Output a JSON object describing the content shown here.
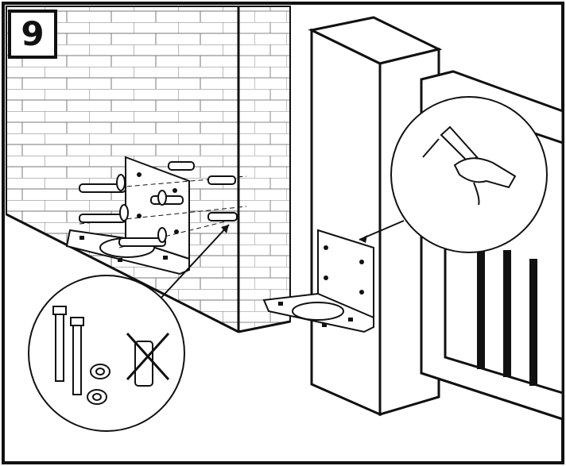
{
  "step": {
    "number": "9"
  },
  "colors": {
    "line": "#111111",
    "background": "#ffffff",
    "fill_shade": "#cfcfcf"
  },
  "illustration": {
    "parts": [
      "brick-wall",
      "mounting-bracket",
      "anchor-bolts",
      "gate-post",
      "gate-panel"
    ],
    "detail_callouts": [
      "hand-tightening-nut",
      "hardware-items-with-crossed-plug"
    ]
  }
}
